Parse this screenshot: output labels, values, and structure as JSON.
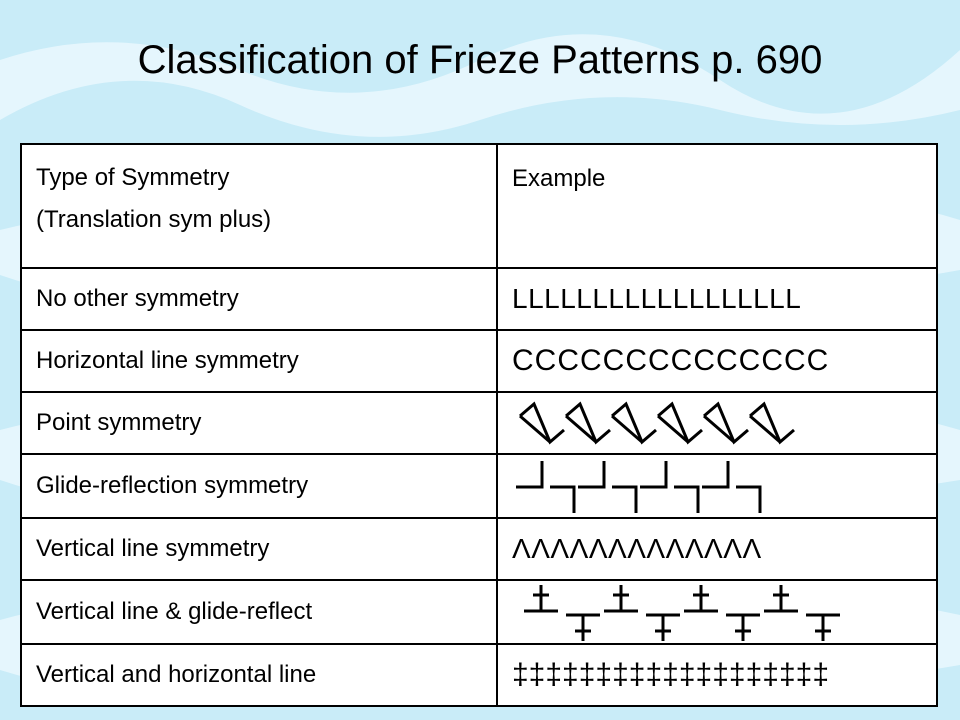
{
  "title": "Classification of Frieze Patterns p. 690",
  "table": {
    "header": {
      "col1_line1": "Type of Symmetry",
      "col1_line2": "(Translation sym plus)",
      "col2": "Example"
    },
    "rows": [
      {
        "type": "No other symmetry",
        "example_text": "LLLLLLLLLLLLLLLLLL",
        "example_kind": "text"
      },
      {
        "type": "Horizontal line symmetry",
        "example_text": "CCCCCCCCCCCCCC",
        "example_kind": "text"
      },
      {
        "type": "Point symmetry",
        "example_kind": "pattern-point"
      },
      {
        "type": "Glide-reflection symmetry",
        "example_kind": "pattern-glide"
      },
      {
        "type": "Vertical line symmetry",
        "example_text": "ΛΛΛΛΛΛΛΛΛΛΛΛΛ",
        "example_kind": "text"
      },
      {
        "type": "Vertical line & glide-reflect",
        "example_kind": "pattern-vertical-glide"
      },
      {
        "type": "Vertical and horizontal line",
        "example_text": "‡‡‡‡‡‡‡‡‡‡‡‡‡‡‡‡‡‡‡",
        "example_kind": "text"
      }
    ]
  },
  "colors": {
    "background": "#c9ecf8",
    "wave": "#e8f7fd",
    "table_bg": "#ffffff",
    "border": "#000000"
  }
}
